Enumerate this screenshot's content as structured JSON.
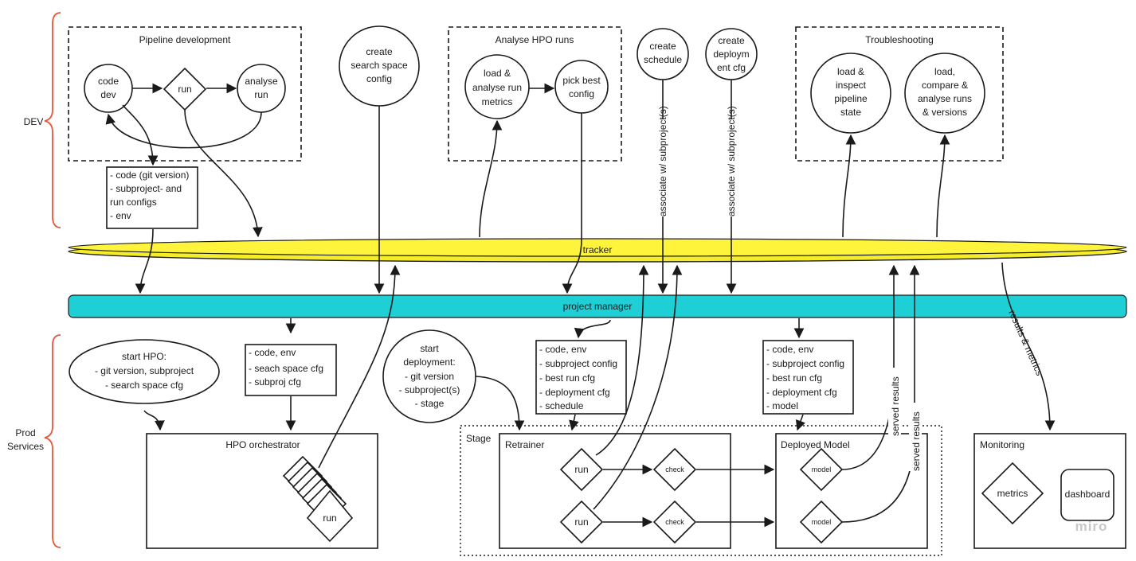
{
  "lanes": {
    "dev": "DEV",
    "prod_1": "Prod",
    "prod_2": "Services"
  },
  "groups": {
    "pipeline_dev": "Pipeline development",
    "analyse_hpo": "Analyse HPO runs",
    "troubleshooting": "Troubleshooting",
    "stage": "Stage",
    "hpo_orchestrator": "HPO orchestrator",
    "retrainer": "Retrainer",
    "deployed_model": "Deployed Model",
    "monitoring": "Monitoring"
  },
  "nodes": {
    "code_dev": [
      "code",
      "dev"
    ],
    "run": "run",
    "analyse_run": [
      "analyse",
      "run"
    ],
    "search_space": [
      "create",
      "search space",
      "config"
    ],
    "load_metrics": [
      "load &",
      "analyse run",
      "metrics"
    ],
    "pick_best": [
      "pick best",
      "config"
    ],
    "create_schedule": [
      "create",
      "schedule"
    ],
    "create_deployment": [
      "create",
      "deploym",
      "ent cfg"
    ],
    "inspect_state": [
      "load &",
      "inspect",
      "pipeline",
      "state"
    ],
    "compare_runs": [
      "load,",
      "compare &",
      "analyse runs",
      "& versions"
    ],
    "start_hpo": [
      "start HPO:",
      "- git version, subproject",
      "- search space cfg"
    ],
    "start_deployment": [
      "start",
      "deployment:",
      "- git version",
      "- subproject(s)",
      "- stage"
    ],
    "hpo_run": "run",
    "retrainer_run_1": "run",
    "retrainer_run_2": "run",
    "check_1": "check",
    "check_2": "check",
    "model_1": "model",
    "model_2": "model",
    "metrics": "metrics",
    "dashboard": "dashboard"
  },
  "bars": {
    "tracker": "tracker",
    "project_manager": "project manager"
  },
  "boxes": {
    "dev_artifacts": [
      "- code (git version)",
      "- subproject- and",
      "run configs",
      "- env"
    ],
    "hpo_inputs": [
      "- code, env",
      "- seach space cfg",
      "- subproj cfg"
    ],
    "retrainer_inputs": [
      "- code, env",
      "- subproject config",
      "- best run cfg",
      "- deployment cfg",
      "- schedule"
    ],
    "deploy_inputs": [
      "- code, env",
      "- subproject config",
      "- best run cfg",
      "- deployment cfg",
      "- model"
    ]
  },
  "edge_labels": {
    "assoc_1": "associate w/ subproject(s)",
    "assoc_2": "associate w/ subproject(s)",
    "served_1": "served results",
    "served_2": "served results",
    "results_metrics": "results & metrics"
  },
  "watermark": "miro"
}
